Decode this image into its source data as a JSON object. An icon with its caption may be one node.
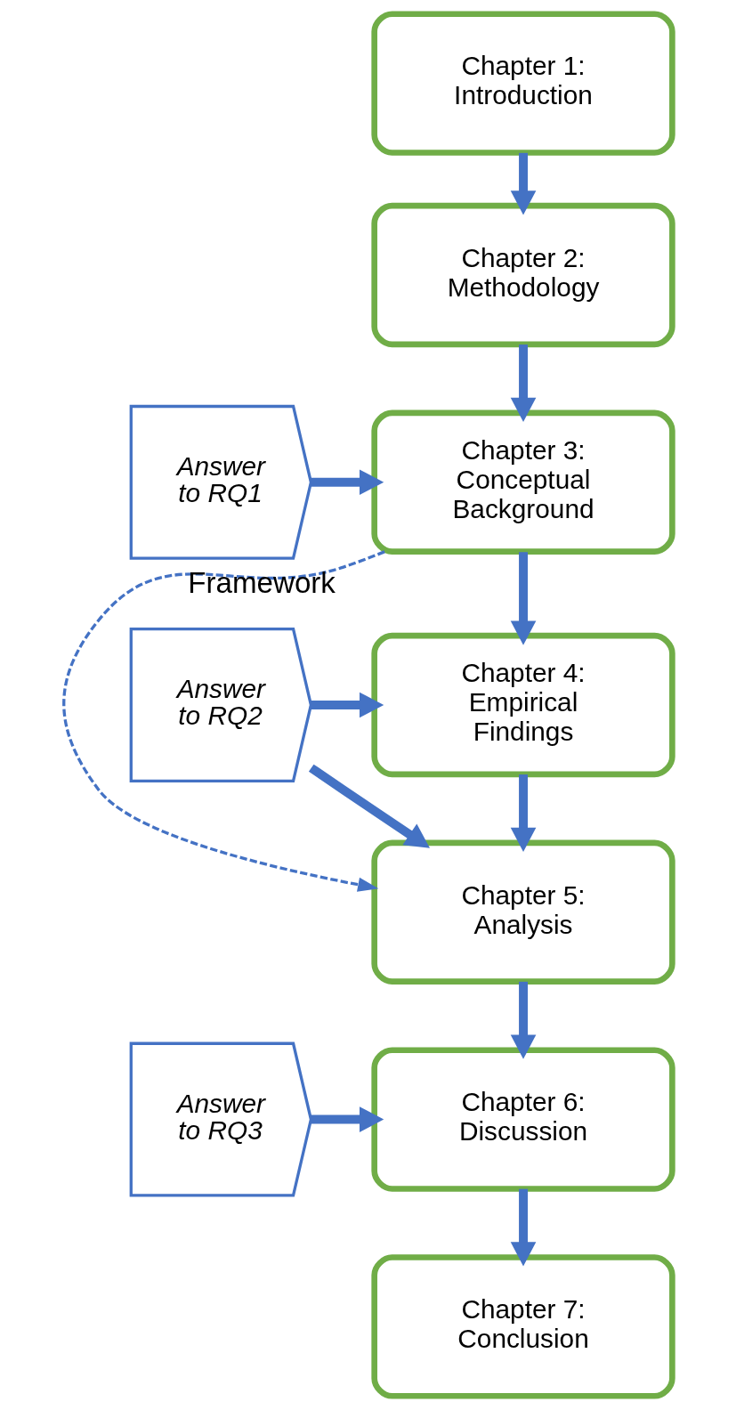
{
  "diagram": {
    "nodes": [
      {
        "text": [
          "Chapter 1: Introduction"
        ]
      },
      {
        "text": [
          "Chapter 2: Methodology"
        ]
      },
      {
        "text": [
          "Chapter 3: Conceptual Background"
        ]
      },
      {
        "text": [
          "Chapter 4: Empirical Findings"
        ]
      },
      {
        "text": [
          "Chapter 5: Analysis"
        ]
      },
      {
        "text": [
          "Chapter 6: Discussion"
        ]
      },
      {
        "text": [
          "Chapter 7: Conclusion"
        ]
      },
      {
        "text": [
          "Answer to RQ1"
        ]
      },
      {
        "text": [
          "Answer to RQ2"
        ]
      },
      {
        "text": [
          "Answer to RQ3"
        ]
      }
    ],
    "edges": [
      {
        "from": 0,
        "to": 1,
        "arrow": "to"
      },
      {
        "from": 1,
        "to": 2,
        "arrow": "to"
      },
      {
        "from": 2,
        "to": 3,
        "arrow": "to"
      },
      {
        "from": 3,
        "to": 4,
        "arrow": "to"
      },
      {
        "from": 4,
        "to": 5,
        "arrow": "to"
      },
      {
        "from": 5,
        "to": 6,
        "arrow": "to"
      },
      {
        "from": 7,
        "to": 2,
        "arrow": "to"
      },
      {
        "from": 8,
        "to": 3,
        "arrow": "to"
      },
      {
        "from": 8,
        "to": 4,
        "arrow": "to"
      },
      {
        "from": 9,
        "to": 5,
        "arrow": "to"
      },
      {
        "from": 2,
        "to": 4,
        "arrow": "to",
        "style": "dashed",
        "label": "Framework"
      }
    ]
  }
}
